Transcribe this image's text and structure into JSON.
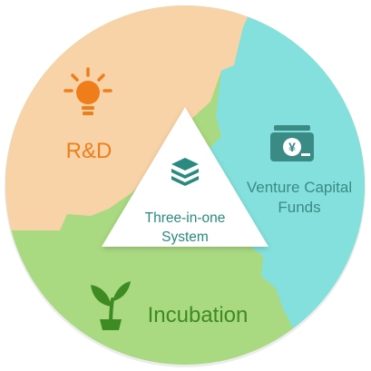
{
  "segments": {
    "rd": {
      "label": "R&D",
      "color": "#f9d3a8",
      "text_color": "#ef7e1a",
      "icon": "lightbulb-icon"
    },
    "vc": {
      "label_line1": "Venture Capital",
      "label_line2": "Funds",
      "color": "#84e0dc",
      "text_color": "#3a8a86",
      "icon": "money-icon"
    },
    "incubation": {
      "label": "Incubation",
      "color": "#a9d981",
      "text_color": "#3e8a23",
      "icon": "sprout-icon"
    }
  },
  "center": {
    "label_line1": "Three-in-one",
    "label_line2": "System",
    "text_color": "#2a8a80",
    "icon": "stack-layers-icon"
  }
}
